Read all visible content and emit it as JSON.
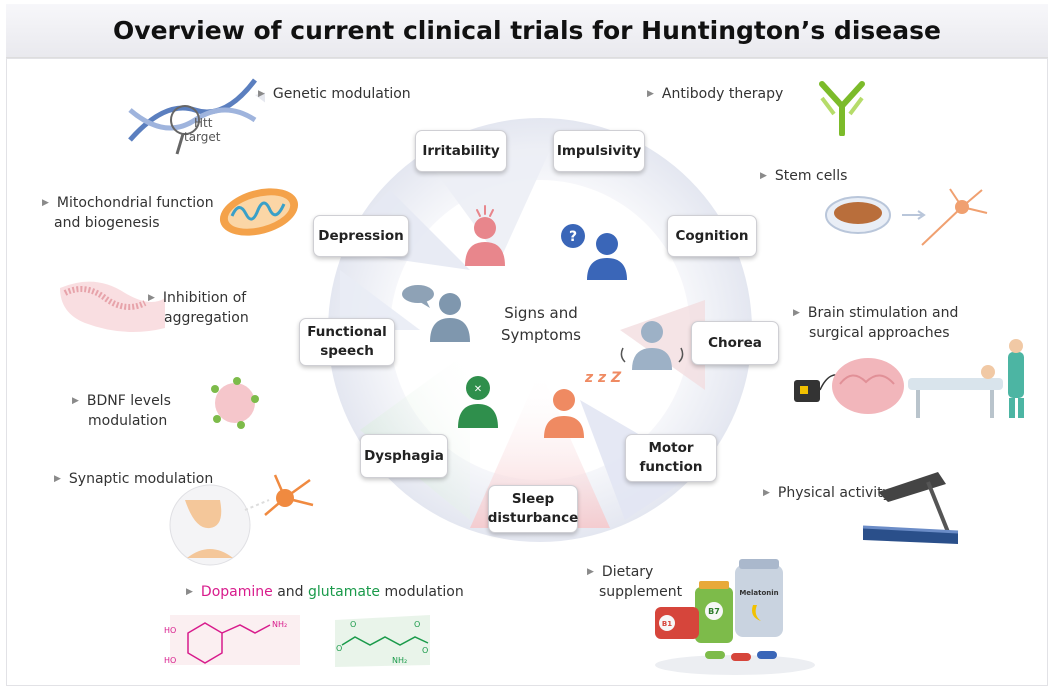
{
  "title": "Overview of current clinical trials for Huntington’s disease",
  "center": {
    "line1": "Signs and",
    "line2": "Symptoms"
  },
  "symptoms": {
    "irritability": "Irritability",
    "impulsivity": "Impulsivity",
    "depression": "Depression",
    "cognition": "Cognition",
    "functional_speech_1": "Functional",
    "functional_speech_2": "speech",
    "chorea": "Chorea",
    "dysphagia": "Dysphagia",
    "motor_function_1": "Motor",
    "motor_function_2": "function",
    "sleep_disturbance_1": "Sleep",
    "sleep_disturbance_2": "disturbance"
  },
  "therapies_left": {
    "genetic_modulation": "Genetic modulation",
    "htt_target_1": "Htt",
    "htt_target_2": "target",
    "mitochondrial_1": "Mitochondrial function",
    "mitochondrial_2": "and biogenesis",
    "aggregation_1": "Inhibition of",
    "aggregation_2": "aggregation",
    "bdnf_1": "BDNF levels",
    "bdnf_2": "modulation",
    "synaptic": "Synaptic modulation",
    "dopamine": "Dopamine",
    "and": " and ",
    "glutamate": "glutamate",
    "modulation": " modulation"
  },
  "therapies_right": {
    "antibody": "Antibody therapy",
    "stem_cells": "Stem cells",
    "brain_stim_1": "Brain stimulation and",
    "brain_stim_2": "surgical approaches",
    "physical": "Physical activity",
    "dietary_1": "Dietary",
    "dietary_2": "supplement",
    "b7": "B7",
    "b1": "B1",
    "melatonin": "Melatonin"
  },
  "chem": {
    "oh1": "HO",
    "oh2": "HO",
    "nh2": "NH₂",
    "nh2b": "NH₂",
    "o1": "O",
    "o2": "O",
    "o3": "O",
    "o4": "O"
  },
  "sleep_z": "z z Z",
  "colors": {
    "segment_lavender": "#dfe3f1",
    "segment_pink": "#f7d9db",
    "segment_green": "#d4ecd8",
    "person_red": "#e8868c",
    "person_blue": "#3a66b8",
    "person_gray": "#7f97ae",
    "person_green": "#2f8f4c",
    "person_orange": "#ef8a62",
    "dopamine_pink": "#d81b8c",
    "glutamate_green": "#1a9a4a"
  }
}
